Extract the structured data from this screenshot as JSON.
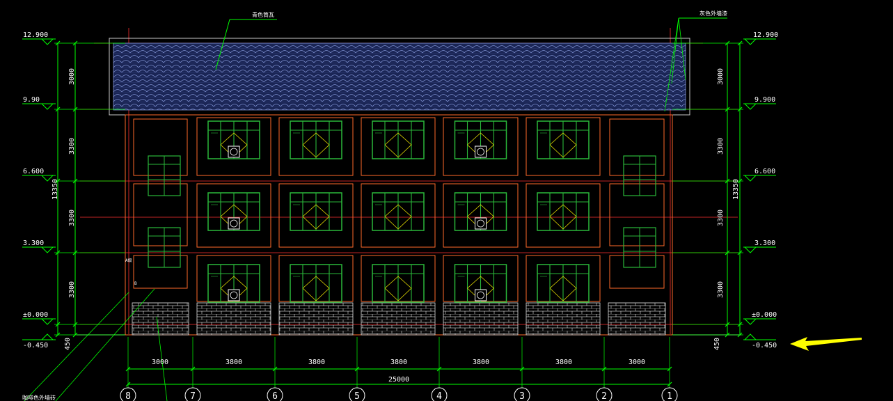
{
  "colors": {
    "background": "#000000",
    "dimension_lines": "#00ff00",
    "level_lines": "#ff3030",
    "building_outline": "#ff6a2a",
    "windows": "#2ab83a",
    "roof_tiles": "#3a4a8a",
    "annotation_text": "#ffffff",
    "arrow": "#ffff00"
  },
  "elevation_marks": {
    "left": [
      "12.900",
      "9.90",
      "6.600",
      "3.300",
      "±0.000",
      "-0.450"
    ],
    "right": [
      "12.900",
      "9.900",
      "6.600",
      "3.300",
      "±0.000",
      "-0.450"
    ]
  },
  "vertical_dimensions": {
    "segments": [
      "3000",
      "3300",
      "3300",
      "3300"
    ],
    "total": "13350",
    "base": "450"
  },
  "horizontal_dimensions": {
    "segments": [
      "3000",
      "3800",
      "3800",
      "3800",
      "3800",
      "3800",
      "3000"
    ],
    "total": "25000"
  },
  "axis_labels": [
    "8",
    "7",
    "6",
    "5",
    "4",
    "3",
    "2",
    "1"
  ],
  "annotations": {
    "roof": "青色筒瓦",
    "wall_top": "灰色外墙漆",
    "base": "咖啡色外墙砖",
    "small_mark_1": "A级",
    "small_mark_2": "B"
  },
  "icons": {
    "pointer": "arrow-left-icon",
    "axis": "axis-circle-icon"
  }
}
